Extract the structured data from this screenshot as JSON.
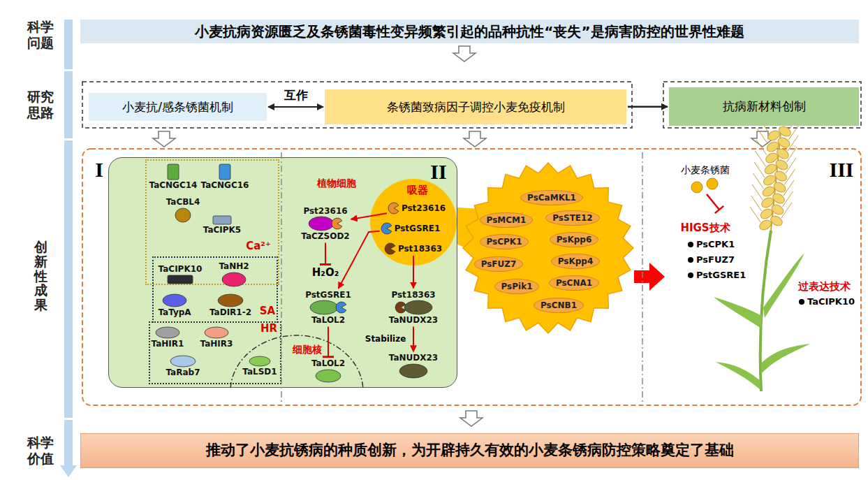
{
  "diagram": {
    "nodes": [
      {
        "text": [
          "小麦抗病资源匮乏及条锈菌毒性变异频繁引起的品种抗性“丧失”是病害防控的世界性难题"
        ]
      },
      {
        "text": [
          "小麦抗/感条锈菌机制"
        ]
      },
      {
        "text": [
          "条锈菌致病因子调控小麦免疫机制"
        ]
      },
      {
        "text": [
          "抗病新材料创制"
        ]
      },
      {
        "text": [
          "植物细胞"
        ]
      },
      {
        "text": [
          "Ca²⁺"
        ],
        "in": 4
      },
      {
        "text": [
          "TaCNGC14"
        ],
        "in": 5
      },
      {
        "text": [
          "TaCNGC16"
        ],
        "in": 5
      },
      {
        "text": [
          "TaCBL4"
        ],
        "in": 5
      },
      {
        "text": [
          "TaCIPK5"
        ],
        "in": 5
      },
      {
        "text": [
          "SA"
        ],
        "in": 4
      },
      {
        "text": [
          "TaCIPK10"
        ],
        "in": 10
      },
      {
        "text": [
          "TaNH2"
        ],
        "in": 10
      },
      {
        "text": [
          "TaTypA"
        ],
        "in": 10
      },
      {
        "text": [
          "TaDIR1-2"
        ],
        "in": 10
      },
      {
        "text": [
          "HR"
        ],
        "in": 4
      },
      {
        "text": [
          "TaHIR1"
        ],
        "in": 15
      },
      {
        "text": [
          "TaHIR3"
        ],
        "in": 15
      },
      {
        "text": [
          "TaRab7"
        ],
        "in": 15
      },
      {
        "text": [
          "TaLSD1"
        ],
        "in": 15
      },
      {
        "text": [
          "细胞核"
        ],
        "in": 4
      },
      {
        "text": [
          "TaLOL2"
        ],
        "in": 20
      },
      {
        "text": [
          "吸器"
        ]
      },
      {
        "text": [
          "Pst23616"
        ],
        "in": 22
      },
      {
        "text": [
          "PstGSRE1"
        ],
        "in": 22
      },
      {
        "text": [
          "Pst18363"
        ],
        "in": 22
      },
      {
        "text": [
          "Pst23616",
          "TaCZSOD2"
        ],
        "in": 4
      },
      {
        "text": [
          "H₂O₂"
        ],
        "in": 4
      },
      {
        "text": [
          "PstGSRE1",
          "TaLOL2"
        ],
        "in": 4
      },
      {
        "text": [
          "Pst18363",
          "TaNUDX23"
        ],
        "in": 4
      },
      {
        "text": [
          "TaNUDX23"
        ],
        "in": 4
      },
      {
        "text": [
          "PsCaMKL1"
        ]
      },
      {
        "text": [
          "PsMCM1"
        ]
      },
      {
        "text": [
          "PsSTE12"
        ]
      },
      {
        "text": [
          "PsCPK1"
        ]
      },
      {
        "text": [
          "PsKpp6"
        ]
      },
      {
        "text": [
          "PsFUZ7"
        ]
      },
      {
        "text": [
          "PsKpp4"
        ]
      },
      {
        "text": [
          "PsPik1"
        ]
      },
      {
        "text": [
          "PsCNA1"
        ]
      },
      {
        "text": [
          "PsCNB1"
        ]
      },
      {
        "text": [
          "推动了小麦抗锈病的种质创新，为开辟持久有效的小麦条锈病防控策略奠定了基础"
        ]
      }
    ],
    "edges": [
      {
        "from": 1,
        "to": 2,
        "arrow": "both",
        "label": "互作"
      },
      {
        "from": 2,
        "to": 3,
        "arrow": "to"
      },
      {
        "from": 23,
        "to": 26,
        "arrow": "to"
      },
      {
        "from": 26,
        "to": 27,
        "arrow": "to"
      },
      {
        "from": 24,
        "to": 28,
        "arrow": "to"
      },
      {
        "from": 28,
        "to": 21,
        "arrow": "to"
      },
      {
        "from": 25,
        "to": 29,
        "arrow": "to"
      },
      {
        "from": 29,
        "to": 30,
        "arrow": "to",
        "label": "Stabilize"
      }
    ],
    "labels": [
      "科学 问题",
      "研究 思路",
      "创新性成果",
      "科学 价值",
      "I",
      "II",
      "III",
      "小麦条锈菌",
      "HIGS技术",
      "PsCPK1",
      "PsFUZ7",
      "PstGSRE1",
      "过表达技术",
      "TaCIPK10"
    ]
  }
}
